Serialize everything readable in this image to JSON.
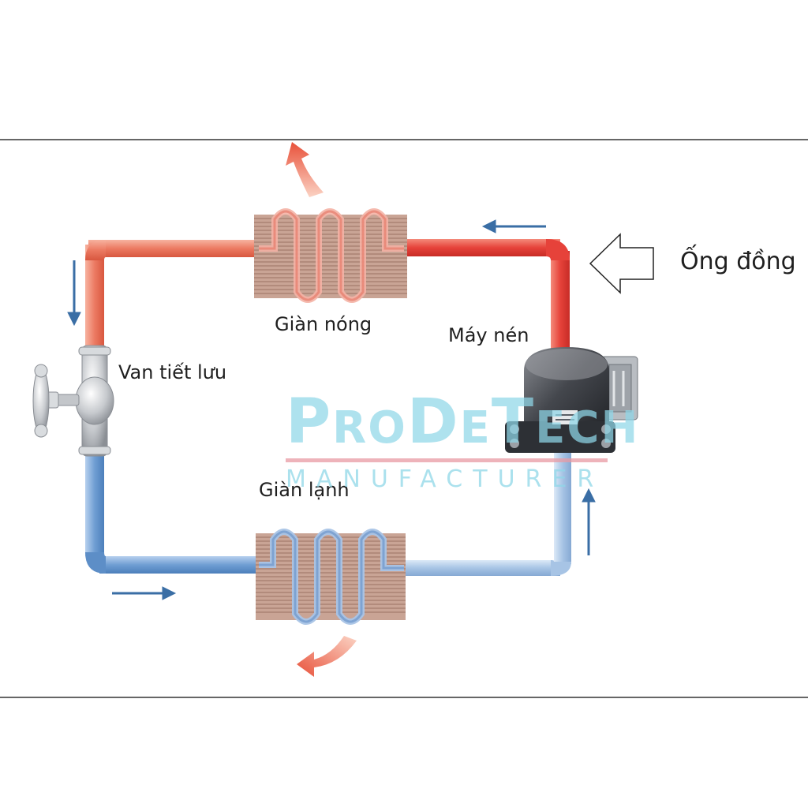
{
  "labels": {
    "condenser": "Giàn nóng",
    "evaporator": "Giàn lạnh",
    "expansion_valve": "Van tiết lưu",
    "compressor": "Máy nén",
    "copper_pipe": "Ống đồng"
  },
  "watermark": {
    "brand_p": "P",
    "brand_ro": "RO",
    "brand_d": "D",
    "brand_e": "E",
    "brand_t": "T",
    "brand_ech": "ECH",
    "subtitle": "MANUFACTURER",
    "brand_full": "ProDeTech"
  },
  "colors": {
    "hot_pipe": "#e8745a",
    "hot_pipe_dark": "#e0413a",
    "cold_pipe": "#6d9bd0",
    "cold_pipe_light": "#a9c6e6",
    "flow_arrow": "#3a6ea5",
    "heat_arrow": "#e8513a",
    "coil_fins": "#b98a78",
    "watermark": "#8fd7e8"
  },
  "icons": [
    "flow-arrow-icon",
    "heat-flow-arrow-icon",
    "outline-arrow-icon",
    "valve-icon",
    "compressor-icon"
  ]
}
